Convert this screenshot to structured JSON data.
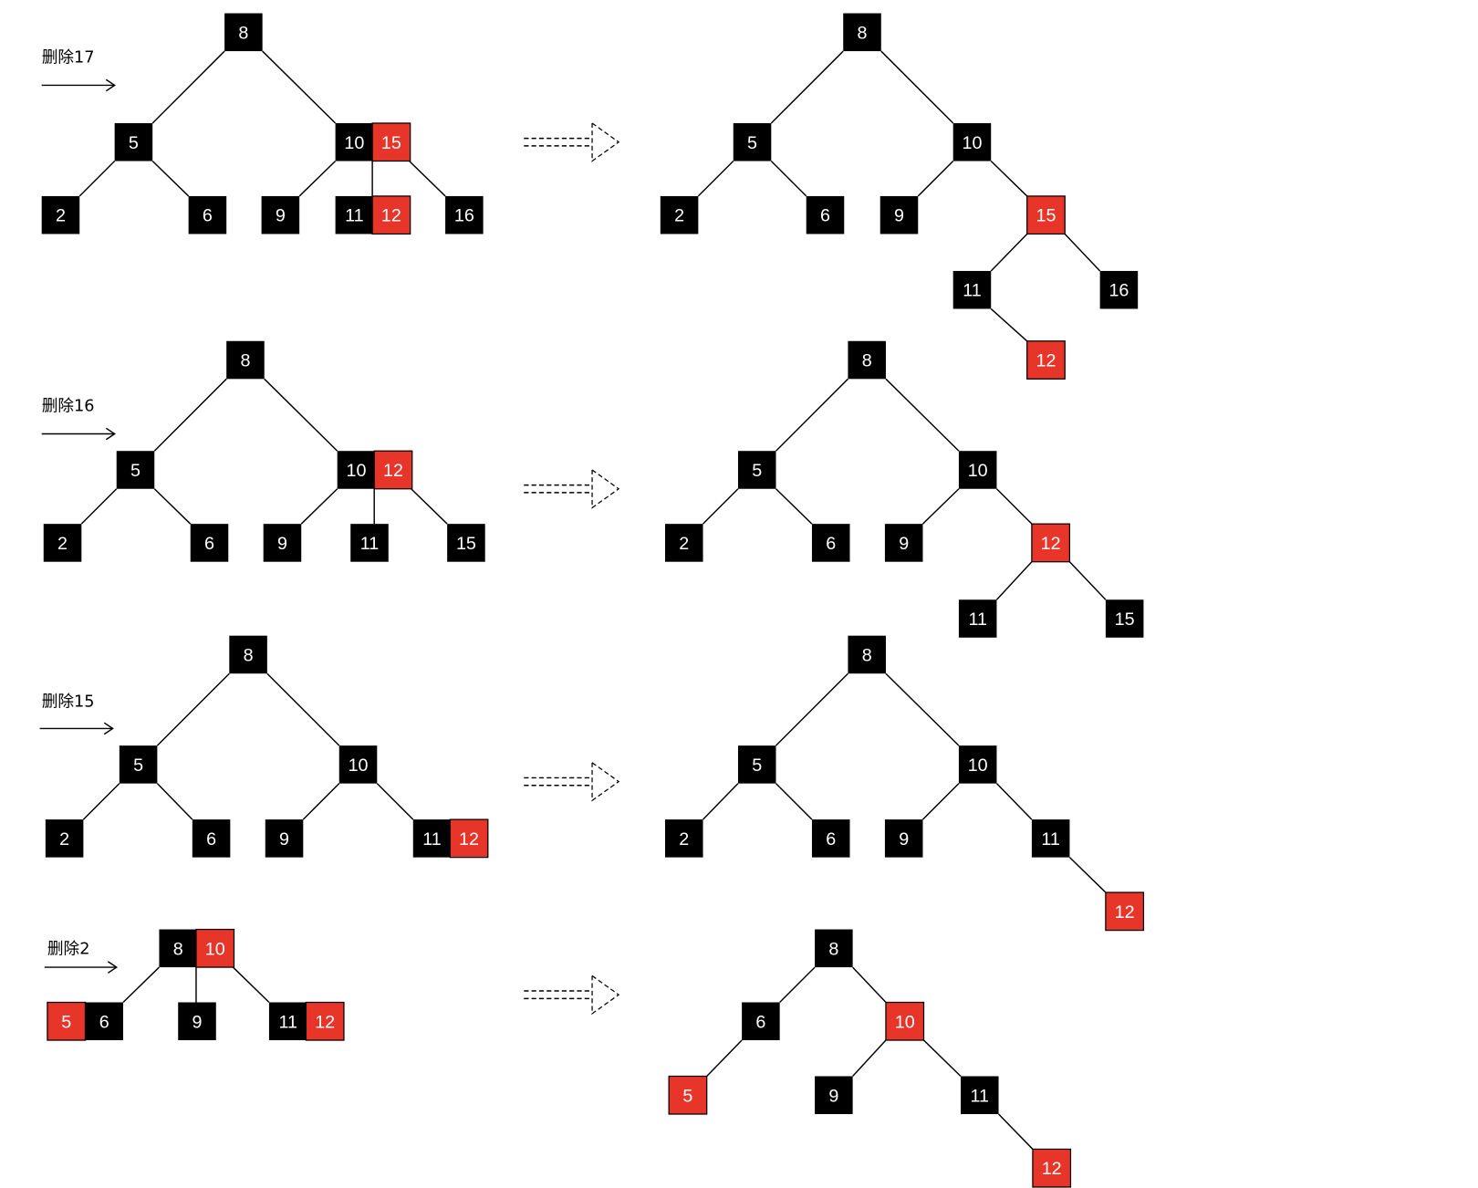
{
  "colors": {
    "black": "#000000",
    "red": "#E8352A",
    "background": "#ffffff"
  },
  "diagrams": [
    {
      "operation_label": "删除17",
      "before": [
        {
          "value": "8",
          "color": "black"
        },
        {
          "value": "5",
          "color": "black"
        },
        {
          "value": "10",
          "color": "black"
        },
        {
          "value": "15",
          "color": "red"
        },
        {
          "value": "2",
          "color": "black"
        },
        {
          "value": "6",
          "color": "black"
        },
        {
          "value": "9",
          "color": "black"
        },
        {
          "value": "11",
          "color": "black"
        },
        {
          "value": "12",
          "color": "red"
        },
        {
          "value": "16",
          "color": "black"
        }
      ],
      "after": [
        {
          "value": "8",
          "color": "black"
        },
        {
          "value": "5",
          "color": "black"
        },
        {
          "value": "10",
          "color": "black"
        },
        {
          "value": "2",
          "color": "black"
        },
        {
          "value": "6",
          "color": "black"
        },
        {
          "value": "9",
          "color": "black"
        },
        {
          "value": "15",
          "color": "red"
        },
        {
          "value": "11",
          "color": "black"
        },
        {
          "value": "16",
          "color": "black"
        },
        {
          "value": "12",
          "color": "red"
        }
      ]
    },
    {
      "operation_label": "删除16",
      "before": [
        {
          "value": "8",
          "color": "black"
        },
        {
          "value": "5",
          "color": "black"
        },
        {
          "value": "10",
          "color": "black"
        },
        {
          "value": "12",
          "color": "red"
        },
        {
          "value": "2",
          "color": "black"
        },
        {
          "value": "6",
          "color": "black"
        },
        {
          "value": "9",
          "color": "black"
        },
        {
          "value": "11",
          "color": "black"
        },
        {
          "value": "15",
          "color": "black"
        }
      ],
      "after": [
        {
          "value": "8",
          "color": "black"
        },
        {
          "value": "5",
          "color": "black"
        },
        {
          "value": "10",
          "color": "black"
        },
        {
          "value": "2",
          "color": "black"
        },
        {
          "value": "6",
          "color": "black"
        },
        {
          "value": "9",
          "color": "black"
        },
        {
          "value": "12",
          "color": "red"
        },
        {
          "value": "11",
          "color": "black"
        },
        {
          "value": "15",
          "color": "black"
        }
      ]
    },
    {
      "operation_label": "删除15",
      "before": [
        {
          "value": "8",
          "color": "black"
        },
        {
          "value": "5",
          "color": "black"
        },
        {
          "value": "10",
          "color": "black"
        },
        {
          "value": "2",
          "color": "black"
        },
        {
          "value": "6",
          "color": "black"
        },
        {
          "value": "9",
          "color": "black"
        },
        {
          "value": "11",
          "color": "black"
        },
        {
          "value": "12",
          "color": "red"
        }
      ],
      "after": [
        {
          "value": "8",
          "color": "black"
        },
        {
          "value": "5",
          "color": "black"
        },
        {
          "value": "10",
          "color": "black"
        },
        {
          "value": "2",
          "color": "black"
        },
        {
          "value": "6",
          "color": "black"
        },
        {
          "value": "9",
          "color": "black"
        },
        {
          "value": "11",
          "color": "black"
        },
        {
          "value": "12",
          "color": "red"
        }
      ]
    },
    {
      "operation_label": "删除2",
      "before": [
        {
          "value": "8",
          "color": "black"
        },
        {
          "value": "10",
          "color": "red"
        },
        {
          "value": "5",
          "color": "red"
        },
        {
          "value": "6",
          "color": "black"
        },
        {
          "value": "9",
          "color": "black"
        },
        {
          "value": "11",
          "color": "black"
        },
        {
          "value": "12",
          "color": "red"
        }
      ],
      "after": [
        {
          "value": "8",
          "color": "black"
        },
        {
          "value": "6",
          "color": "black"
        },
        {
          "value": "10",
          "color": "red"
        },
        {
          "value": "5",
          "color": "red"
        },
        {
          "value": "9",
          "color": "black"
        },
        {
          "value": "11",
          "color": "black"
        },
        {
          "value": "12",
          "color": "red"
        }
      ]
    }
  ]
}
